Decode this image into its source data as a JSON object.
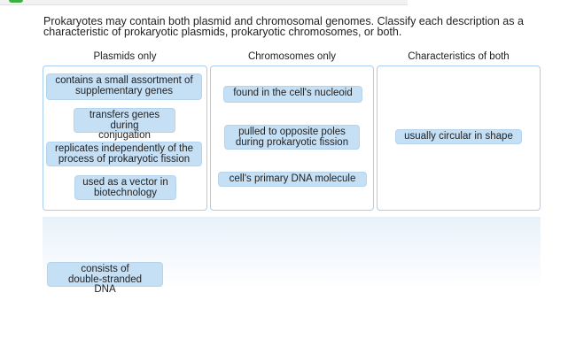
{
  "prompt": "Prokaryotes may contain both plasmid and chromosomal genomes. Classify each description as a characteristic of prokaryotic plasmids, prokaryotic chromosomes, or both.",
  "columns": [
    {
      "label": "Plasmids only",
      "items": [
        "contains a small assortment of supplementary genes",
        "transfers genes during conjugation",
        "replicates independently of the process of prokaryotic fission",
        "used as a vector in biotechnology"
      ]
    },
    {
      "label": "Chromosomes only",
      "items": [
        "found in the cell's nucleoid",
        "pulled to opposite poles during prokaryotic fission",
        "cell's primary DNA molecule"
      ]
    },
    {
      "label": "Characteristics of both",
      "items": [
        "usually circular in shape"
      ]
    }
  ],
  "bank": {
    "items": [
      "consists of double-stranded DNA"
    ]
  },
  "colors": {
    "chip": "#c5dff5",
    "border": "#a9cdee"
  }
}
